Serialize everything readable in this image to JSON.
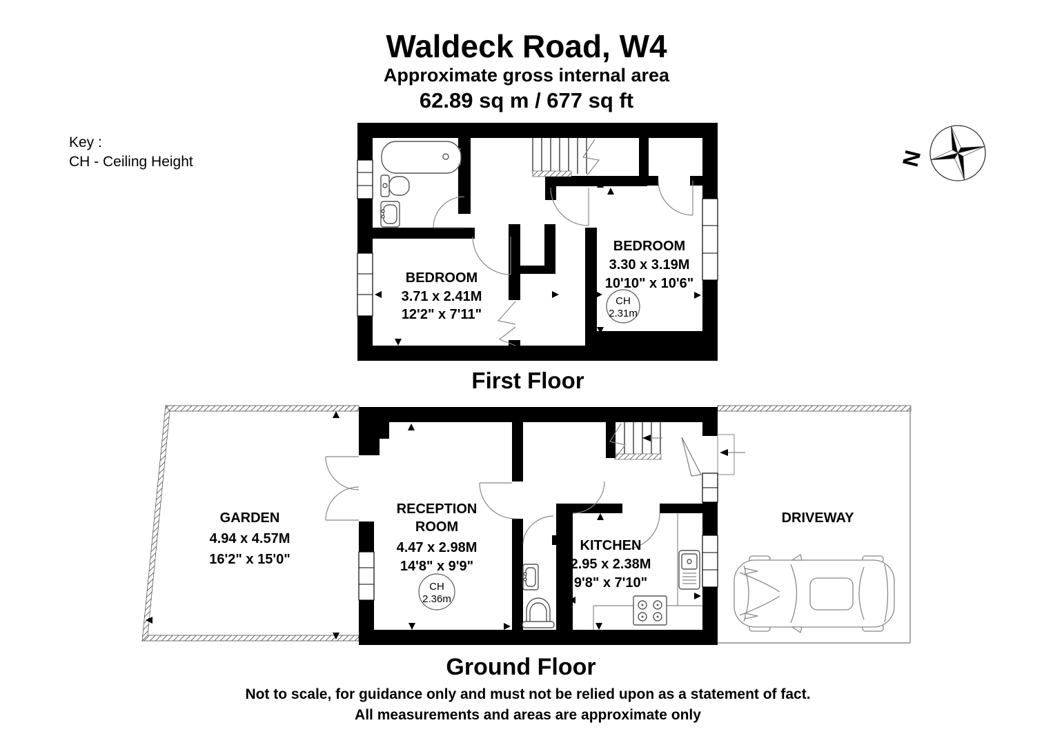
{
  "header": {
    "title": "Waldeck Road, W4",
    "subtitle": "Approximate gross internal area",
    "area": "62.89 sq m /  677 sq ft"
  },
  "key": {
    "heading": "Key :",
    "ch_line": "CH - Ceiling Height"
  },
  "compass": {
    "north": "N"
  },
  "first_floor": {
    "caption": "First Floor",
    "bedroom1": {
      "name": "BEDROOM",
      "metric": "3.71 x 2.41M",
      "imperial": "12'2\" x 7'11\""
    },
    "bedroom2": {
      "name": "BEDROOM",
      "metric": "3.30 x 3.19M",
      "imperial": "10'10\" x 10'6\"",
      "ch_label": "CH",
      "ch_value": "2.31m"
    }
  },
  "ground_floor": {
    "caption": "Ground Floor",
    "garden": {
      "name": "GARDEN",
      "metric": "4.94 x 4.57M",
      "imperial": "16'2\" x 15'0\""
    },
    "reception": {
      "name_line1": "RECEPTION",
      "name_line2": "ROOM",
      "metric": "4.47 x 2.98M",
      "imperial": "14'8\" x 9'9\"",
      "ch_label": "CH",
      "ch_value": "2.36m"
    },
    "kitchen": {
      "name": "KITCHEN",
      "metric": "2.95 x 2.38M",
      "imperial": "9'8\" x 7'10\""
    },
    "driveway": {
      "name": "DRIVEWAY"
    }
  },
  "footer": {
    "line1": "Not to scale, for guidance only and must not be relied upon as a statement of fact.",
    "line2": "All measurements and areas are approximate only"
  },
  "colors": {
    "wall": "#000000",
    "background": "#ffffff",
    "thin_line": "#777777"
  }
}
